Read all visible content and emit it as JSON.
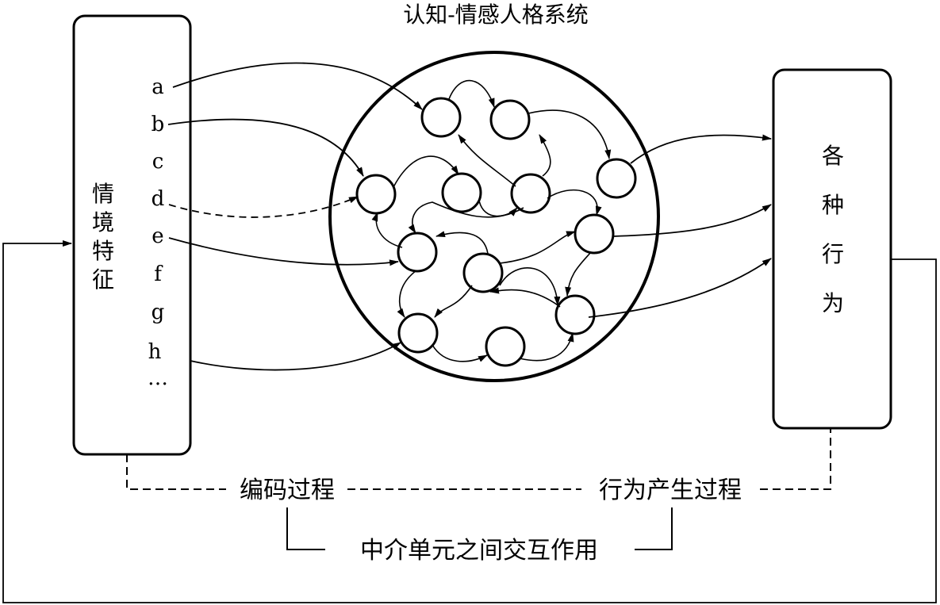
{
  "title": "认知-情感人格系统",
  "left_box": {
    "label_chars": [
      "情",
      "境",
      "特",
      "征"
    ],
    "features": [
      "a",
      "b",
      "c",
      "d",
      "e",
      "f",
      "g",
      "h",
      "…"
    ]
  },
  "right_box": {
    "label_chars": [
      "各",
      "种",
      "行",
      "为"
    ]
  },
  "processes": {
    "encoding": "编码过程",
    "behavior_generation": "行为产生过程",
    "mediating_interaction": "中介单元之间交互作用"
  }
}
